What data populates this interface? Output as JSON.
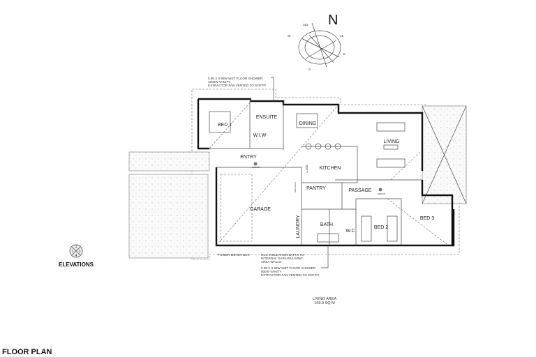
{
  "title": "FLOOR PLAN",
  "compass": {
    "north": "N",
    "marks": [
      "315",
      "45",
      "W",
      "E",
      "S"
    ]
  },
  "elevations": {
    "label": "ELEVATIONS",
    "numbers": [
      "1",
      "2",
      "3",
      "4"
    ]
  },
  "rooms": {
    "bed1": "BED 1",
    "ensuite": "ENSUITE",
    "wiw": "W.I.W",
    "dining": "DINING",
    "living": "LIVING",
    "entry": "ENTRY",
    "kitchen": "KITCHEN",
    "pantry": "PANTRY",
    "passage": "PASSAGE",
    "garage": "GARAGE",
    "laundry": "LAUNDRY",
    "bath": "BATH",
    "wc": "W.C",
    "bed2": "BED 2",
    "bed3": "BED 3"
  },
  "small_labels": {
    "smoke": "SMOKE",
    "dimension": "1.200",
    "manhole": "MANHOLE"
  },
  "notes": {
    "ensuite_shower": [
      "0.95 X 0.95W  WET FLOOR SHOWER",
      "1200W VANITY",
      "EXTRACTOR FAN VENTED TO SOFFIT"
    ],
    "power_meter": "POWER METER BOX",
    "insulation": [
      "R2.2 INSULATION BATTS TO",
      "INTERNAL GARAGE/LIVING",
      "AREA WALLS"
    ],
    "bath_shower": [
      "0.95 X 0.95W  WET FLOOR SHOWER",
      "900W VANITY",
      "EXTRACTOR FAN VENTED TO SOFFIT"
    ]
  },
  "living_area": {
    "label": "LIVING AREA",
    "value": "169.0 SQ M"
  }
}
